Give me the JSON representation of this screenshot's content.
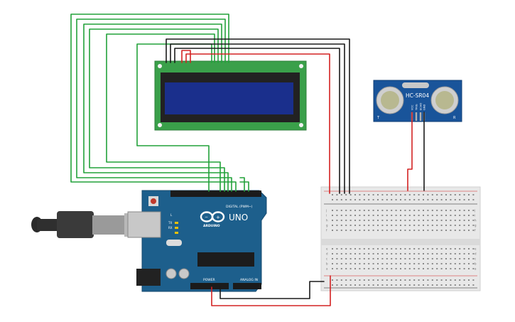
{
  "colors": {
    "wire_green": "#22a23a",
    "wire_black": "#1a1a1a",
    "wire_red": "#d32222",
    "board_blue": "#1d5f8c",
    "lcd_green": "#3aa04a",
    "lcd_screen": "#1a2f8c",
    "sensor_blue": "#19549a",
    "breadboard": "#e8e8e8"
  },
  "arduino": {
    "digital_label": "DIGITAL (PWM~)",
    "brand": "ARDUINO",
    "model": "UNO",
    "power_label": "POWER",
    "analog_label": "ANALOG IN",
    "tx_label": "TX",
    "rx_label": "RX",
    "l_label": "L"
  },
  "sensor": {
    "model": "HC-SR04",
    "left_mark": "T",
    "right_mark": "R",
    "pins": [
      "VCC",
      "TRIG",
      "ECHO",
      "GND"
    ]
  },
  "breadboard": {
    "row_letters": [
      "j",
      "i",
      "h",
      "g",
      "f",
      "e",
      "d",
      "c",
      "b",
      "a"
    ]
  }
}
